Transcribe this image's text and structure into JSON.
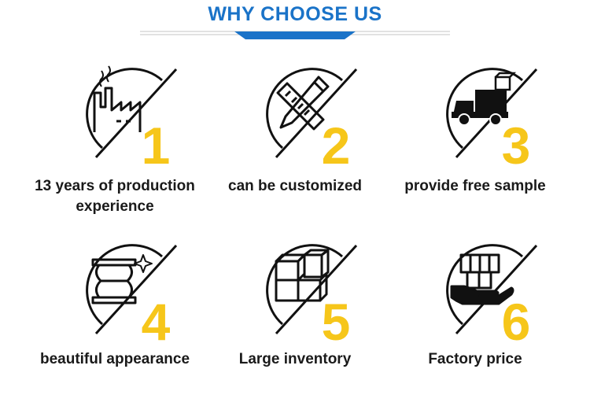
{
  "header": {
    "title": "WHY CHOOSE US"
  },
  "colors": {
    "title_blue": "#1a73c8",
    "accent_yellow": "#f6c61a",
    "line_gray": "#c4c4c4",
    "icon_black": "#111111"
  },
  "features": [
    {
      "number": "1",
      "label_line1": "13 years of production",
      "label_line2": "experience",
      "icon": "factory-icon"
    },
    {
      "number": "2",
      "label_line1": "can be customized",
      "label_line2": "",
      "icon": "ruler-pencil-icon"
    },
    {
      "number": "3",
      "label_line1": "provide free sample",
      "label_line2": "",
      "icon": "delivery-truck-icon"
    },
    {
      "number": "4",
      "label_line1": "beautiful appearance",
      "label_line2": "",
      "icon": "rubber-joint-icon"
    },
    {
      "number": "5",
      "label_line1": "Large inventory",
      "label_line2": "",
      "icon": "stacked-boxes-icon"
    },
    {
      "number": "6",
      "label_line1": "Factory price",
      "label_line2": "",
      "icon": "hand-boxes-icon"
    }
  ]
}
